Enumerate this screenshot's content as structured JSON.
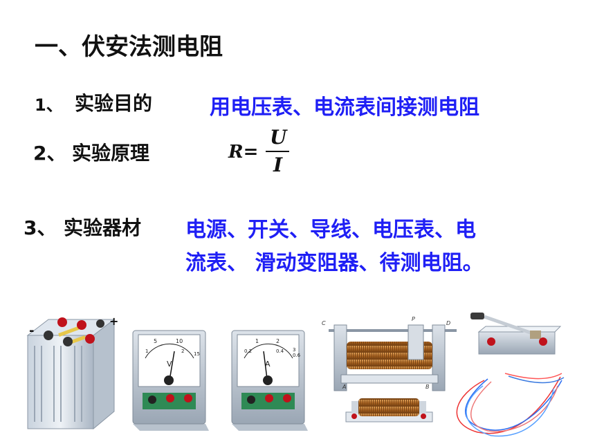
{
  "title": "一、伏安法测电阻",
  "items": [
    {
      "number": "1、",
      "label": "实验目的",
      "value": "用电压表、电流表间接测电阻"
    },
    {
      "number": "2、",
      "label": "实验原理"
    },
    {
      "number": "3、",
      "label": "实验器材",
      "value_line1": "电源、开关、导线、电压表、电",
      "value_line2": "流表、 滑动变阻器、待测电阻。"
    }
  ],
  "formula": {
    "lhs": "R=",
    "numerator": "U",
    "denominator": "I"
  },
  "equipment_labels": {
    "battery_minus": "-",
    "battery_plus": "+",
    "voltmeter_unit": "V",
    "voltmeter_ticks": [
      "5",
      "10",
      "1",
      "2",
      "15"
    ],
    "ammeter_unit": "A",
    "ammeter_ticks": [
      "1",
      "2",
      "0.2",
      "0.4",
      "3",
      "0.6"
    ],
    "rheostat_letters": [
      "C",
      "P",
      "D",
      "A",
      "B"
    ]
  },
  "colors": {
    "accent_text": "#1f1ff5",
    "terminal_red": "#c0121b",
    "coil": "#b8742c"
  }
}
